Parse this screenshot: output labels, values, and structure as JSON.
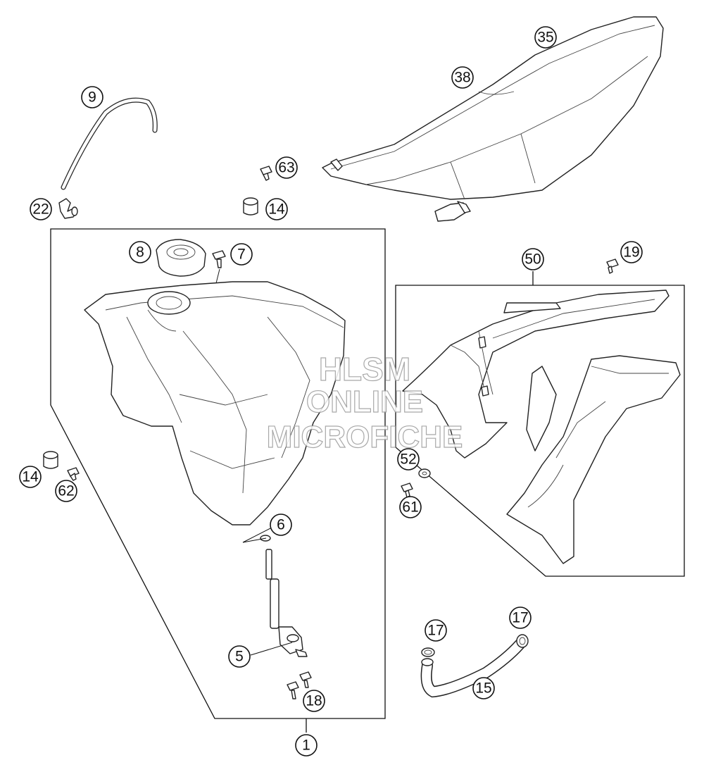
{
  "diagram": {
    "callouts": [
      {
        "id": "c35",
        "label": "35"
      },
      {
        "id": "c38",
        "label": "38"
      },
      {
        "id": "c9",
        "label": "9"
      },
      {
        "id": "c63",
        "label": "63"
      },
      {
        "id": "c22",
        "label": "22"
      },
      {
        "id": "c14a",
        "label": "14"
      },
      {
        "id": "c8",
        "label": "8"
      },
      {
        "id": "c7",
        "label": "7"
      },
      {
        "id": "c50",
        "label": "50"
      },
      {
        "id": "c19",
        "label": "19"
      },
      {
        "id": "c14b",
        "label": "14"
      },
      {
        "id": "c62",
        "label": "62"
      },
      {
        "id": "c52",
        "label": "52"
      },
      {
        "id": "c61",
        "label": "61"
      },
      {
        "id": "c6",
        "label": "6"
      },
      {
        "id": "c5",
        "label": "5"
      },
      {
        "id": "c17a",
        "label": "17"
      },
      {
        "id": "c17b",
        "label": "17"
      },
      {
        "id": "c15",
        "label": "15"
      },
      {
        "id": "c18",
        "label": "18"
      },
      {
        "id": "c1",
        "label": "1"
      }
    ],
    "watermark": {
      "line1": "HLSM",
      "line2": "ONLINE",
      "line3": "MICROFICHE"
    }
  }
}
